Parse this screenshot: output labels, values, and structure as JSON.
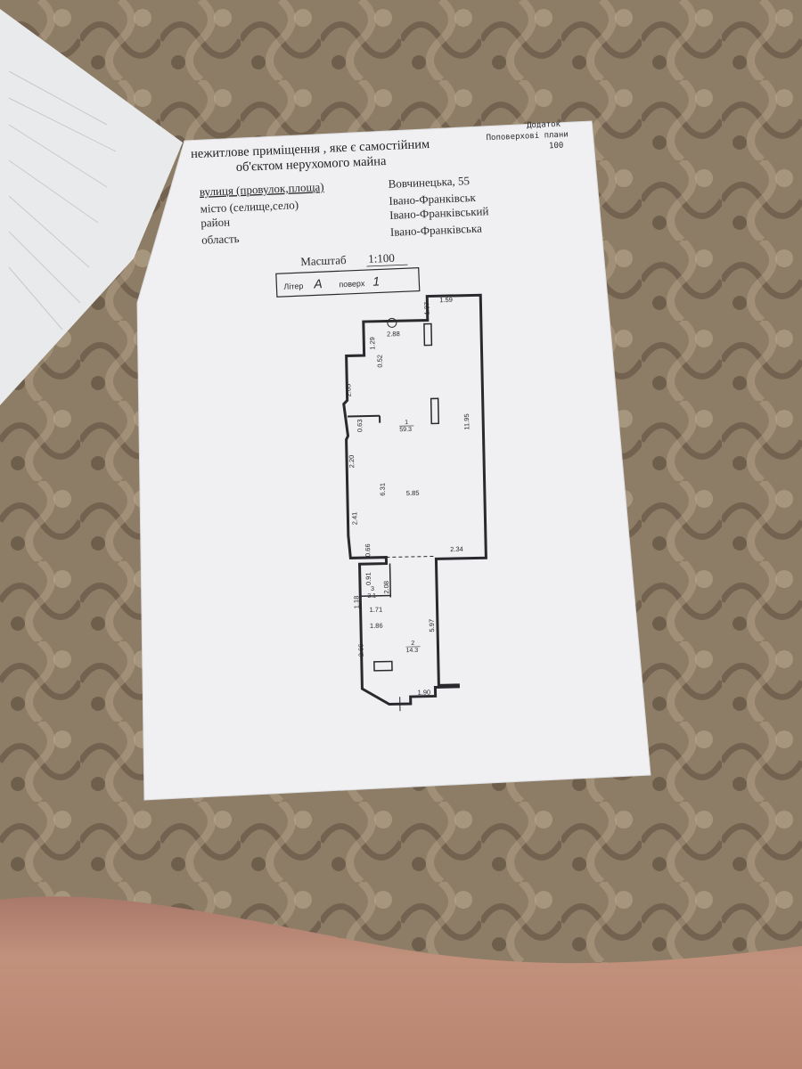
{
  "header": {
    "title_line1": "нежитлове приміщення , яке є самостійним",
    "title_line2": "об'єктом нерухомого майна",
    "appendix": "Додаток",
    "appendix_sub": "Поповерхові плани",
    "appendix_num": "100"
  },
  "address": {
    "street_label": "вулиця (провулок,площа)",
    "street_value": "Вовчинецька, 55",
    "city_label": "місто (селище,село)",
    "city_value": "Івано-Франківськ",
    "district_label": "район",
    "district_value": "Івано-Франківський",
    "region_label": "область",
    "region_value": "Івано-Франківська"
  },
  "scale": {
    "label": "Масштаб",
    "value": "1:100"
  },
  "litera_box": {
    "litera_label": "Літер",
    "litera_value": "A",
    "floor_label": "поверх",
    "floor_value": "1"
  },
  "plan": {
    "room_labels": [
      {
        "id": "room-1",
        "number": "1",
        "area": "59.3"
      },
      {
        "id": "room-2",
        "number": "2",
        "area": "14.3"
      },
      {
        "id": "room-3",
        "number": "3",
        "area": "3.1"
      }
    ],
    "dimensions": [
      "1.59",
      "1.37",
      "2.88",
      "1.29",
      "0.52",
      "2.05",
      "0.63",
      "2.20",
      "6.31",
      "5.85",
      "11.95",
      "2.41",
      "0.66",
      "2.34",
      "0.91",
      "2.08",
      "1.18",
      "1.71",
      "1.86",
      "5.97",
      "2.66",
      "1.90"
    ]
  },
  "colors": {
    "carpet": "#8e7d66",
    "paper": "#f0f0f2",
    "ink": "#2a2a2e",
    "skin": "#c08f78"
  }
}
